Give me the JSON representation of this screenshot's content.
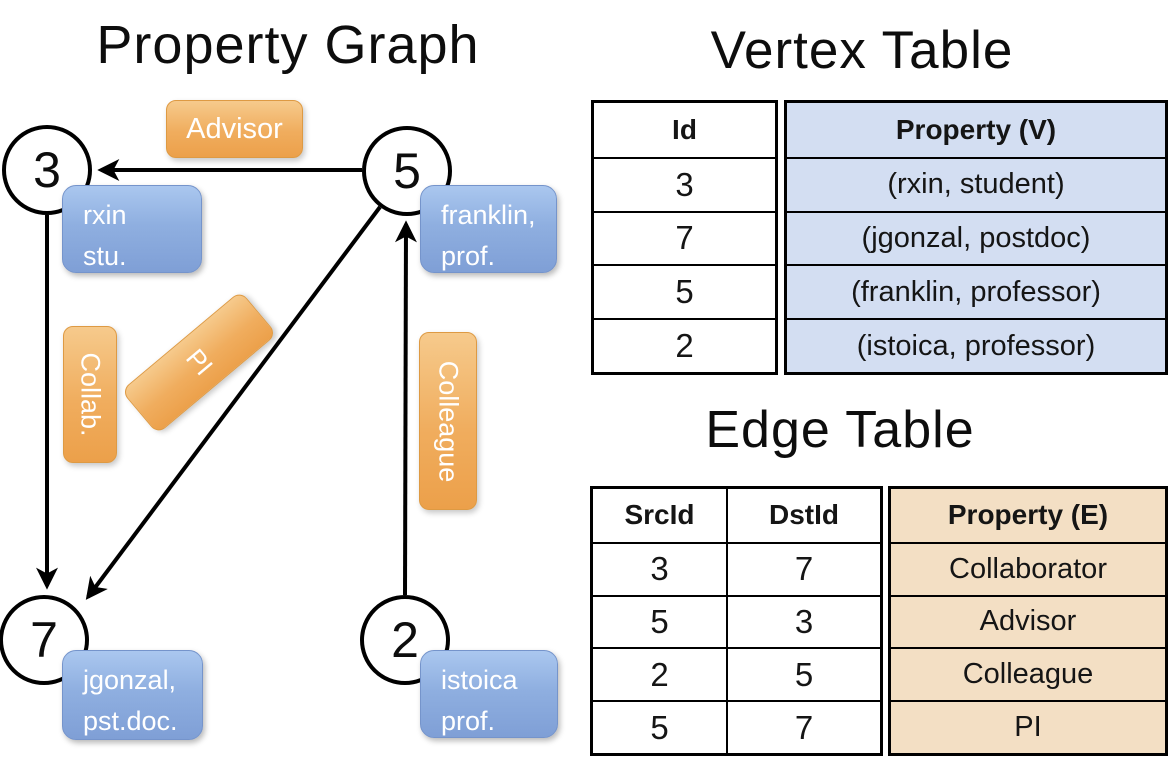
{
  "titles": {
    "graph": "Property Graph",
    "vertex": "Vertex Table",
    "edge": "Edge Table"
  },
  "graph": {
    "nodes": [
      {
        "id": "3"
      },
      {
        "id": "5"
      },
      {
        "id": "7"
      },
      {
        "id": "2"
      }
    ],
    "node_properties": [
      {
        "line1": "rxin",
        "line2": "stu."
      },
      {
        "line1": "franklin,",
        "line2": "prof."
      },
      {
        "line1": "jgonzal,",
        "line2": "pst.doc."
      },
      {
        "line1": "istoica",
        "line2": "prof."
      }
    ],
    "edge_labels": [
      {
        "label": "Advisor"
      },
      {
        "label": "Collab."
      },
      {
        "label": "PI"
      },
      {
        "label": "Colleague"
      }
    ]
  },
  "vertex_table": {
    "columns": [
      "Id",
      "Property (V)"
    ],
    "rows": [
      [
        "3",
        "(rxin, student)"
      ],
      [
        "7",
        "(jgonzal, postdoc)"
      ],
      [
        "5",
        "(franklin, professor)"
      ],
      [
        "2",
        "(istoica, professor)"
      ]
    ]
  },
  "edge_table": {
    "columns": [
      "SrcId",
      "DstId",
      "Property (E)"
    ],
    "rows": [
      [
        "3",
        "7",
        "Collaborator"
      ],
      [
        "5",
        "3",
        "Advisor"
      ],
      [
        "2",
        "5",
        "Colleague"
      ],
      [
        "5",
        "7",
        "PI"
      ]
    ]
  },
  "colors": {
    "edge_label_fill": "#efa64d",
    "vertex_box_fill": "#8aa8dc",
    "vertex_table_fill": "#d3def2",
    "edge_table_fill": "#f3dfc4",
    "line_color": "#000000"
  }
}
